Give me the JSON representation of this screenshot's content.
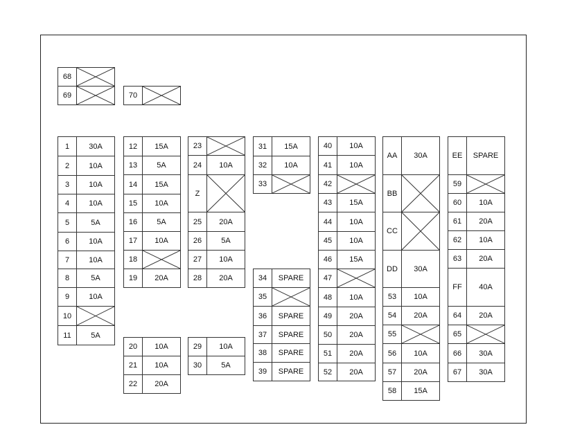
{
  "fuses": [
    {
      "id": "68",
      "rating": null
    },
    {
      "id": "69",
      "rating": null
    },
    {
      "id": "70",
      "rating": null
    },
    {
      "id": "1",
      "rating": "30A"
    },
    {
      "id": "2",
      "rating": "10A"
    },
    {
      "id": "3",
      "rating": "10A"
    },
    {
      "id": "4",
      "rating": "10A"
    },
    {
      "id": "5",
      "rating": "5A"
    },
    {
      "id": "6",
      "rating": "10A"
    },
    {
      "id": "7",
      "rating": "10A"
    },
    {
      "id": "8",
      "rating": "5A"
    },
    {
      "id": "9",
      "rating": "10A"
    },
    {
      "id": "10",
      "rating": null
    },
    {
      "id": "11",
      "rating": "5A"
    },
    {
      "id": "12",
      "rating": "15A"
    },
    {
      "id": "13",
      "rating": "5A"
    },
    {
      "id": "14",
      "rating": "15A"
    },
    {
      "id": "15",
      "rating": "10A"
    },
    {
      "id": "16",
      "rating": "5A"
    },
    {
      "id": "17",
      "rating": "10A"
    },
    {
      "id": "18",
      "rating": null
    },
    {
      "id": "19",
      "rating": "20A"
    },
    {
      "id": "20",
      "rating": "10A"
    },
    {
      "id": "21",
      "rating": "10A"
    },
    {
      "id": "22",
      "rating": "20A"
    },
    {
      "id": "23",
      "rating": null
    },
    {
      "id": "24",
      "rating": "10A"
    },
    {
      "id": "Z",
      "rating": null
    },
    {
      "id": "25",
      "rating": "20A"
    },
    {
      "id": "26",
      "rating": "5A"
    },
    {
      "id": "27",
      "rating": "10A"
    },
    {
      "id": "28",
      "rating": "20A"
    },
    {
      "id": "29",
      "rating": "10A"
    },
    {
      "id": "30",
      "rating": "5A"
    },
    {
      "id": "31",
      "rating": "15A"
    },
    {
      "id": "32",
      "rating": "10A"
    },
    {
      "id": "33",
      "rating": null
    },
    {
      "id": "34",
      "rating": "SPARE"
    },
    {
      "id": "35",
      "rating": null
    },
    {
      "id": "36",
      "rating": "SPARE"
    },
    {
      "id": "37",
      "rating": "SPARE"
    },
    {
      "id": "38",
      "rating": "SPARE"
    },
    {
      "id": "39",
      "rating": "SPARE"
    },
    {
      "id": "40",
      "rating": "10A"
    },
    {
      "id": "41",
      "rating": "10A"
    },
    {
      "id": "42",
      "rating": null
    },
    {
      "id": "43",
      "rating": "15A"
    },
    {
      "id": "44",
      "rating": "10A"
    },
    {
      "id": "45",
      "rating": "10A"
    },
    {
      "id": "46",
      "rating": "15A"
    },
    {
      "id": "47",
      "rating": null
    },
    {
      "id": "48",
      "rating": "10A"
    },
    {
      "id": "49",
      "rating": "20A"
    },
    {
      "id": "50",
      "rating": "20A"
    },
    {
      "id": "51",
      "rating": "20A"
    },
    {
      "id": "52",
      "rating": "20A"
    },
    {
      "id": "AA",
      "rating": "30A"
    },
    {
      "id": "BB",
      "rating": null
    },
    {
      "id": "CC",
      "rating": null
    },
    {
      "id": "DD",
      "rating": "30A"
    },
    {
      "id": "53",
      "rating": "10A"
    },
    {
      "id": "54",
      "rating": "20A"
    },
    {
      "id": "55",
      "rating": null
    },
    {
      "id": "56",
      "rating": "10A"
    },
    {
      "id": "57",
      "rating": "20A"
    },
    {
      "id": "58",
      "rating": "15A"
    },
    {
      "id": "EE",
      "rating": "SPARE"
    },
    {
      "id": "59",
      "rating": null
    },
    {
      "id": "60",
      "rating": "10A"
    },
    {
      "id": "61",
      "rating": "20A"
    },
    {
      "id": "62",
      "rating": "10A"
    },
    {
      "id": "63",
      "rating": "20A"
    },
    {
      "id": "FF",
      "rating": "40A"
    },
    {
      "id": "64",
      "rating": "20A"
    },
    {
      "id": "65",
      "rating": null
    },
    {
      "id": "66",
      "rating": "30A"
    },
    {
      "id": "67",
      "rating": "30A"
    }
  ]
}
